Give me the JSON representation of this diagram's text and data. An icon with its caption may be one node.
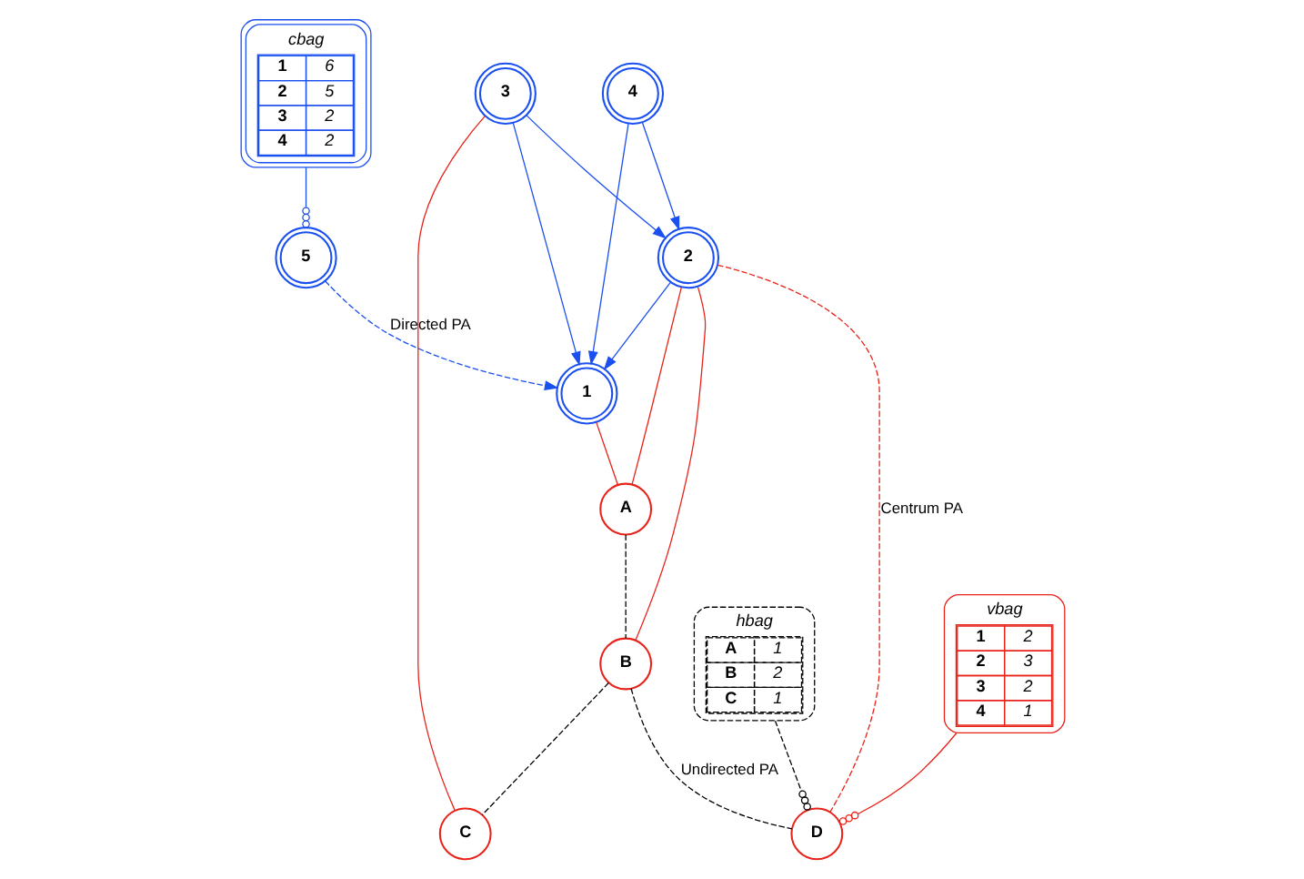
{
  "diagram": {
    "nodes": [
      {
        "text": [
          "5"
        ]
      },
      {
        "text": [
          "1"
        ]
      },
      {
        "text": [
          "2"
        ]
      },
      {
        "text": [
          "cbag",
          "1",
          "6",
          "2",
          "5",
          "3",
          "2",
          "4",
          "2"
        ]
      },
      {
        "text": [
          "3"
        ]
      },
      {
        "text": [
          "4"
        ]
      },
      {
        "text": [
          "vbag",
          "1",
          "2",
          "2",
          "3",
          "3",
          "2",
          "4",
          "1"
        ]
      },
      {
        "text": [
          "A"
        ]
      },
      {
        "text": [
          "B"
        ]
      },
      {
        "text": [
          "D"
        ]
      },
      {
        "text": [
          "C"
        ]
      },
      {
        "text": [
          "hbag",
          "A",
          "1",
          "B",
          "2",
          "C",
          "1"
        ]
      }
    ],
    "edges": [
      {
        "from": 0,
        "to": 1,
        "arrow": "to",
        "label": "Directed PA",
        "style": "dashed"
      },
      {
        "from": 2,
        "to": 1,
        "arrow": "to"
      },
      {
        "from": 4,
        "to": 1,
        "arrow": "to"
      },
      {
        "from": 5,
        "to": 1,
        "arrow": "to"
      },
      {
        "from": 5,
        "to": 2,
        "arrow": "to"
      },
      {
        "from": 4,
        "to": 2,
        "arrow": "to"
      },
      {
        "from": 1,
        "to": 7,
        "arrow": "none",
        "color": "#e8231a"
      },
      {
        "from": 2,
        "to": 7,
        "arrow": "none",
        "color": "#e8231a"
      },
      {
        "from": 2,
        "to": 8,
        "arrow": "none",
        "color": "#e8231a"
      },
      {
        "from": 2,
        "to": 9,
        "arrow": "none",
        "color": "#e8231a",
        "style": "dashed",
        "label": "Centrum PA"
      },
      {
        "from": 4,
        "to": 10,
        "arrow": "none",
        "color": "#e8231a"
      },
      {
        "from": 7,
        "to": 8,
        "arrow": "none",
        "color": "#000000",
        "style": "dashed"
      },
      {
        "from": 8,
        "to": 10,
        "arrow": "none",
        "color": "#000000",
        "style": "dashed"
      },
      {
        "from": 8,
        "to": 9,
        "arrow": "none",
        "color": "#000000",
        "style": "dashed",
        "label": "Undirected PA"
      },
      {
        "from": 3,
        "to": 0,
        "arrow": "other"
      },
      {
        "from": 6,
        "to": 9,
        "arrow": "other",
        "color": "#e8231a"
      },
      {
        "from": 11,
        "to": 9,
        "arrow": "other",
        "color": "#000000",
        "style": "dashed"
      }
    ]
  }
}
